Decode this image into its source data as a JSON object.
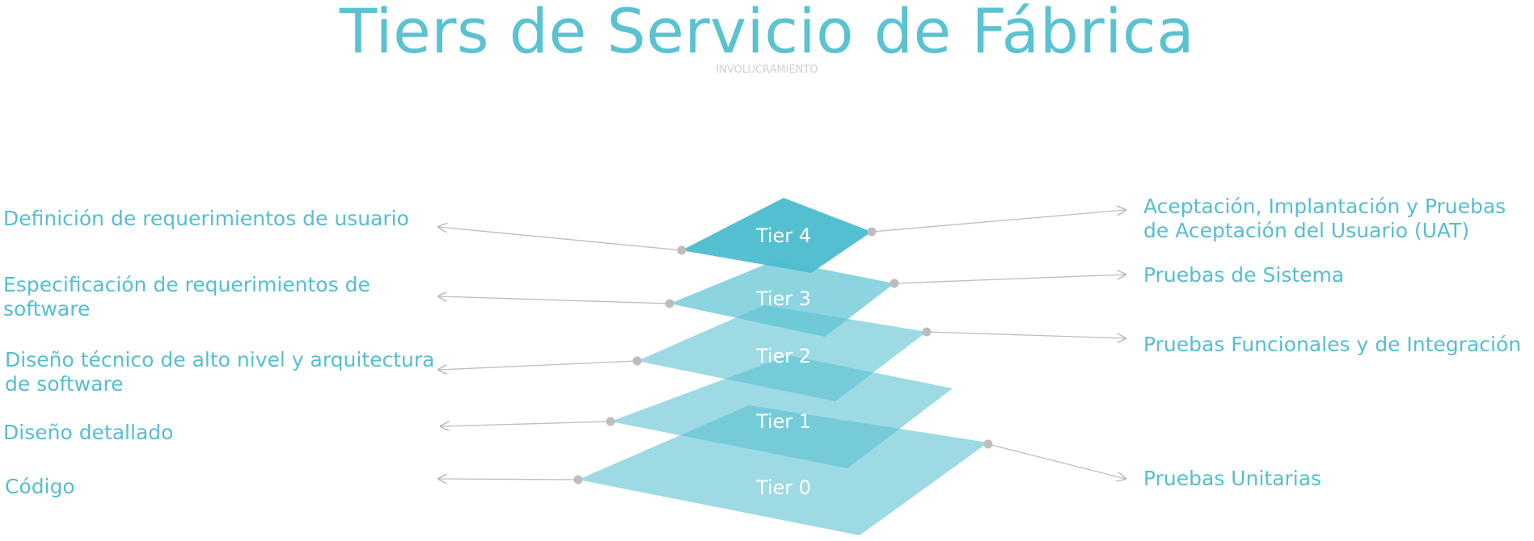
{
  "title": "Tiers de Servicio de Fábrica",
  "subtitle": "INVOLUCRAMIENTO",
  "colors": {
    "accent": "#5bc2d2",
    "label": "#56bed0",
    "connector": "#bdbdbd"
  },
  "tiers": [
    {
      "label": "Tier 4",
      "left_text": "Definición de requerimientos de usuario",
      "right_text": "Aceptación, Implantación y Pruebas de Aceptación del Usuario (UAT)"
    },
    {
      "label": "Tier 3",
      "left_text": "Especificación de requerimientos de software",
      "right_text": "Pruebas de Sistema"
    },
    {
      "label": "Tier 2",
      "left_text": "Diseño técnico de alto nivel y arquitectura de software",
      "right_text": "Pruebas Funcionales y de Integración"
    },
    {
      "label": "Tier 1",
      "left_text": "Diseño detallado",
      "right_text": ""
    },
    {
      "label": "Tier 0",
      "left_text": "Código",
      "right_text": "Pruebas Unitarias"
    }
  ]
}
